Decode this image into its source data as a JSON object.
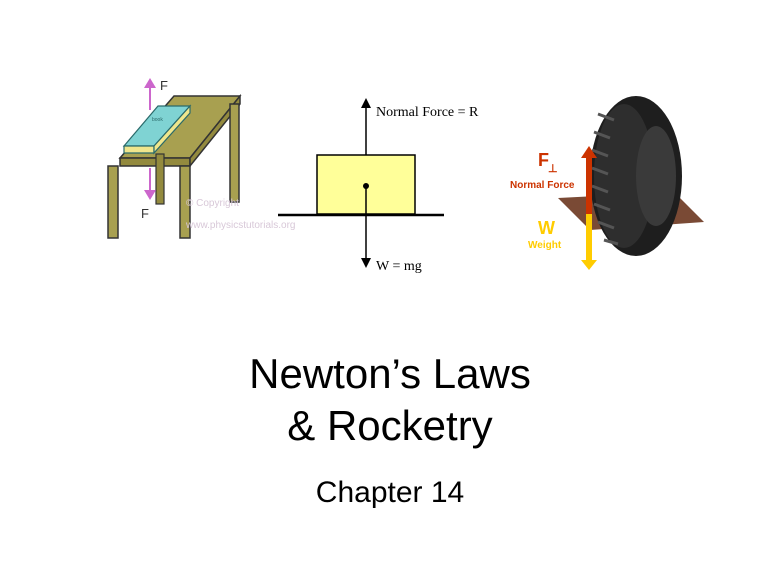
{
  "slide": {
    "title_line1": "Newton’s Laws",
    "title_line2": "& Rocketry",
    "subtitle": "Chapter 14"
  },
  "table_figure": {
    "top_force_label": "F",
    "bottom_force_label": "F",
    "book_label": "book",
    "watermark_line1": "© Copyright",
    "watermark_line2": "www.physicstutorials.org"
  },
  "box_figure": {
    "normal_force_label": "Normal Force = R",
    "weight_label": "W = mg"
  },
  "tire_figure": {
    "normal_symbol": "F",
    "normal_subscript": "⊥",
    "normal_label": "Normal Force",
    "weight_symbol": "W",
    "weight_label": "Weight"
  },
  "colors": {
    "table": "#a8a050",
    "book_top": "#7fd3d3",
    "book_side": "#f0e68c",
    "arrow_purple": "#cc66cc",
    "box_fill": "#ffff99",
    "tire_normal": "#cc3300",
    "tire_weight": "#ffcc00",
    "ground_brown": "#7a4a35"
  }
}
